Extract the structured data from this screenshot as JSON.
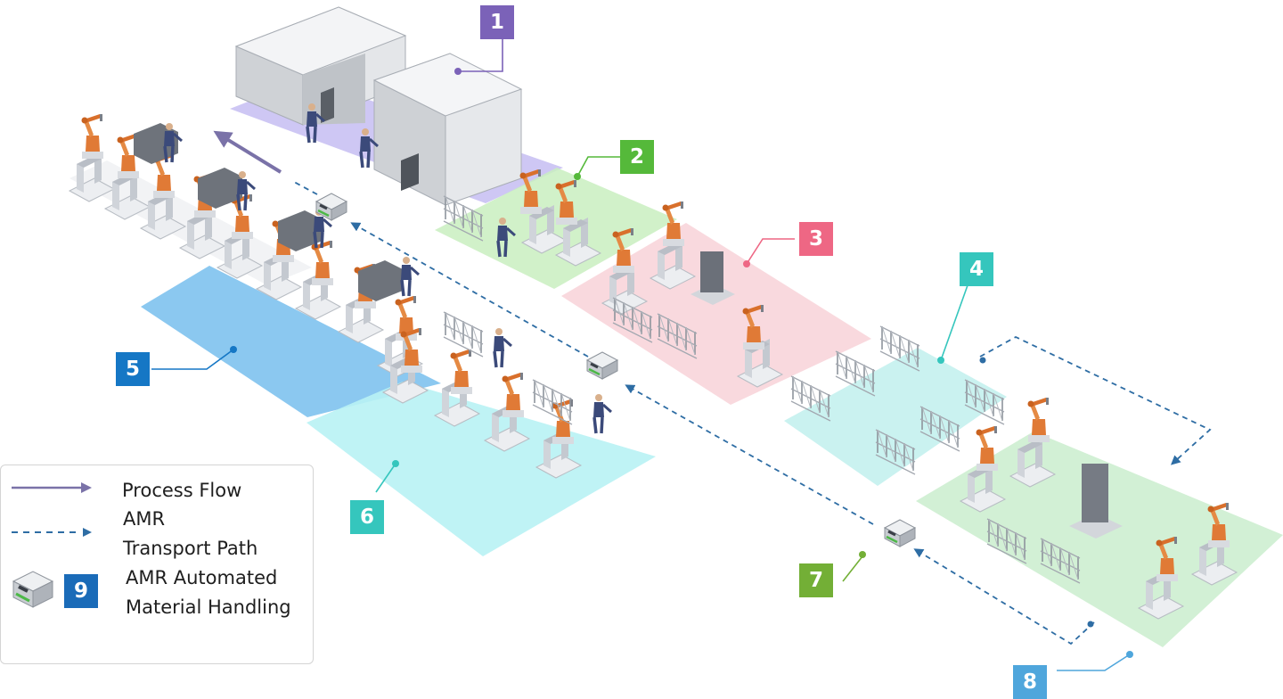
{
  "zones": [
    {
      "number": "1",
      "color": "#7b62b8"
    },
    {
      "number": "2",
      "color": "#55b93a"
    },
    {
      "number": "3",
      "color": "#ee6784"
    },
    {
      "number": "4",
      "color": "#35c6bd"
    },
    {
      "number": "5",
      "color": "#1577c5"
    },
    {
      "number": "6",
      "color": "#35c6bd"
    },
    {
      "number": "7",
      "color": "#73af36"
    },
    {
      "number": "8",
      "color": "#4fa6dc"
    }
  ],
  "legend": {
    "process_flow": "Process Flow",
    "amr_line1": "AMR",
    "amr_line2": "Transport Path",
    "handling_badge": "9",
    "handling_line1": "AMR Automated",
    "handling_line2": "Material Handling"
  },
  "colors": {
    "process_flow": "#7a72a8",
    "amr_path": "#2e6da4",
    "robot_orange": "#e07a36",
    "frame_gray": "#c9cdd2",
    "worker_navy": "#3b4a7a"
  }
}
